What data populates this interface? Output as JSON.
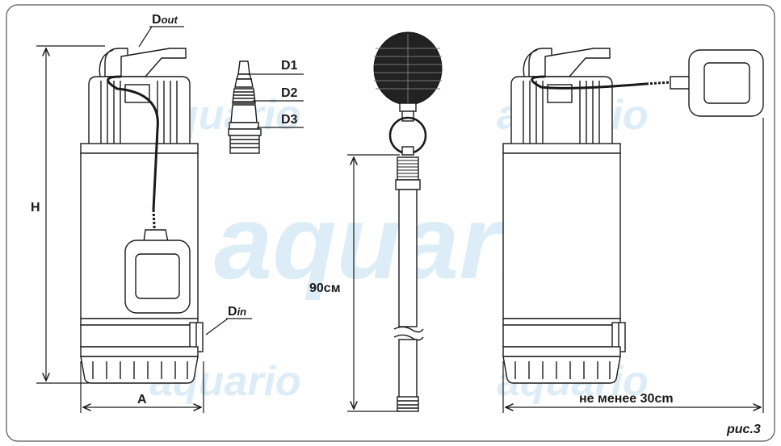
{
  "labels": {
    "d_out_main": "D",
    "d_out_sub": "out",
    "d_in_main": "D",
    "d_in_sub": "in",
    "height": "H",
    "width": "A",
    "d1": "D1",
    "d2": "D2",
    "d3": "D3",
    "rod_length": "90см",
    "min_distance": "не менее 30cm",
    "figure": "рис.3"
  },
  "watermark": {
    "brand": "aquario"
  },
  "colors": {
    "line": "#1a1a1a",
    "watermark": "#d9ecf7",
    "frame": "#555555"
  }
}
